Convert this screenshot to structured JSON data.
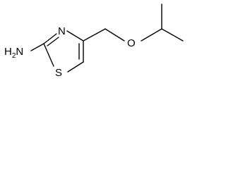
{
  "molecule": {
    "atoms": {
      "amine": {
        "symbol": "H",
        "subscript": "2",
        "element": "N"
      },
      "ring_nitrogen": "N",
      "sulfur": "S",
      "ether_oxygen": "O"
    }
  },
  "colors": {
    "bond": "#000000",
    "background": "#ffffff"
  }
}
